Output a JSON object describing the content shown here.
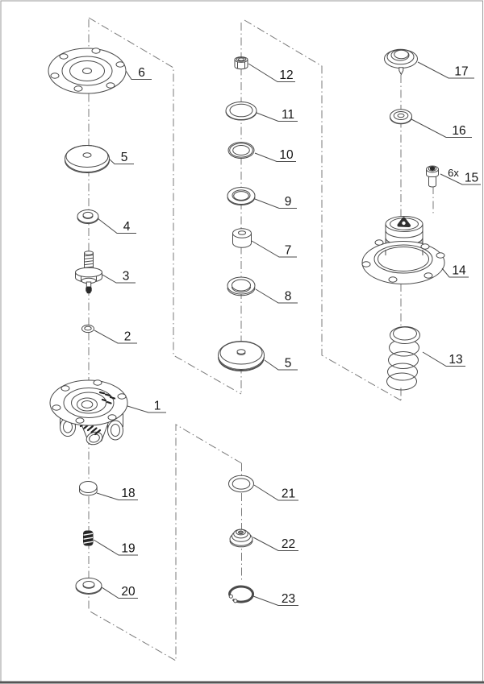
{
  "diagram": {
    "type": "exploded-parts-diagram",
    "colors": {
      "background": "#ffffff",
      "line": "#4a4a4a",
      "centerline": "#7a7a7a",
      "text": "#141414",
      "page_border": "#9a9a9a",
      "bottom_bar": "#555555"
    },
    "callouts": [
      {
        "text": "6"
      },
      {
        "text": "5"
      },
      {
        "text": "4"
      },
      {
        "text": "3"
      },
      {
        "text": "2"
      },
      {
        "text": "1"
      },
      {
        "text": "18"
      },
      {
        "text": "19"
      },
      {
        "text": "20"
      },
      {
        "text": "12"
      },
      {
        "text": "11"
      },
      {
        "text": "10"
      },
      {
        "text": "9"
      },
      {
        "text": "7"
      },
      {
        "text": "8"
      },
      {
        "text": "5"
      },
      {
        "text": "21"
      },
      {
        "text": "22"
      },
      {
        "text": "23"
      },
      {
        "text": "17"
      },
      {
        "text": "16"
      },
      {
        "text": "15",
        "qty": "6x"
      },
      {
        "text": "14"
      },
      {
        "text": "13"
      }
    ]
  }
}
